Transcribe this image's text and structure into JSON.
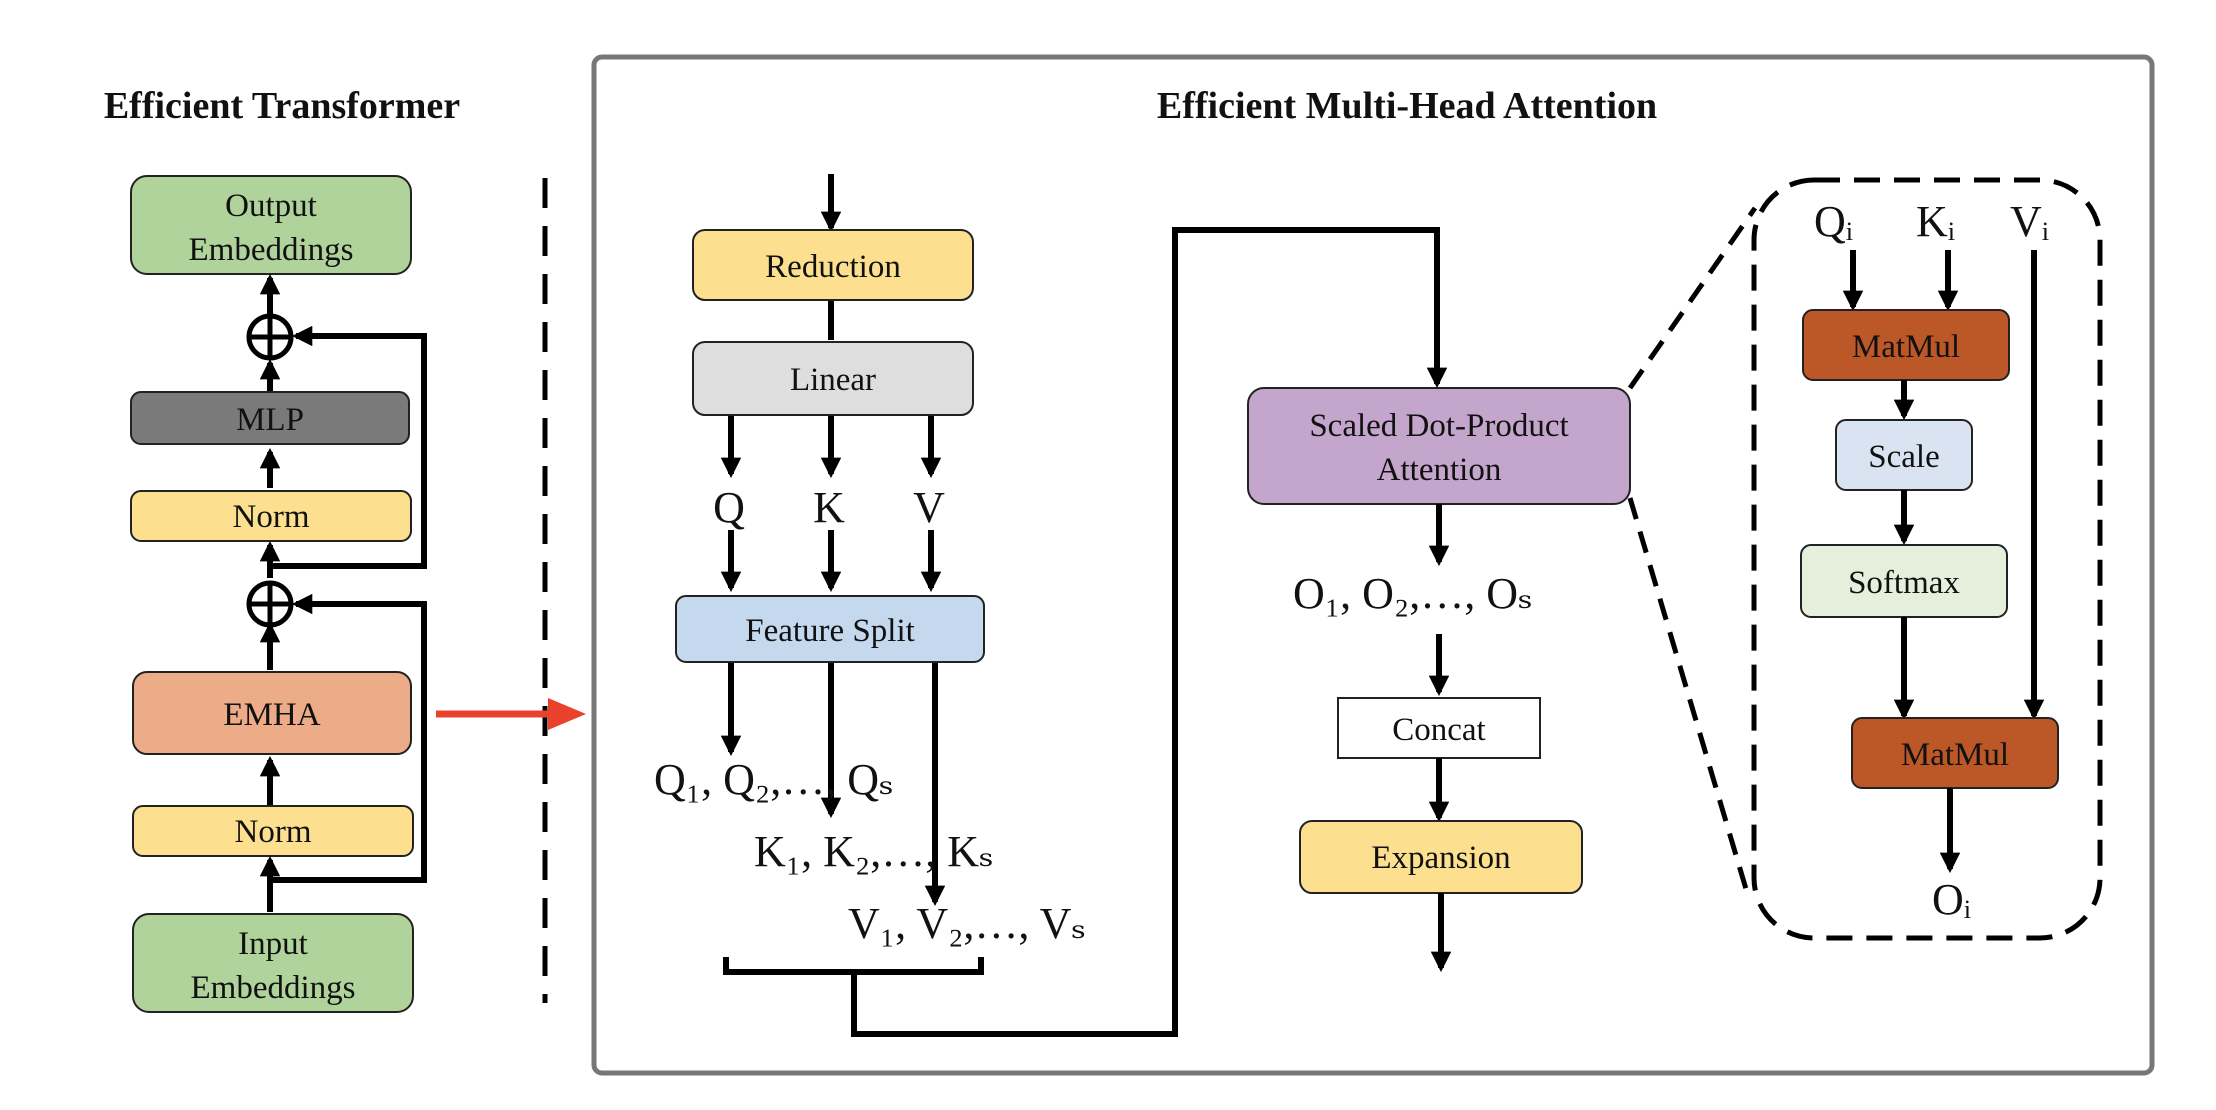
{
  "titles": {
    "left": "Efficient Transformer",
    "right": "Efficient Multi-Head Attention"
  },
  "transformer": {
    "output_embeddings": [
      "Output",
      "Embeddings"
    ],
    "mlp": "MLP",
    "norm_top": "Norm",
    "emha": "EMHA",
    "norm_bottom": "Norm",
    "input_embeddings": [
      "Input",
      "Embeddings"
    ]
  },
  "emha": {
    "reduction": "Reduction",
    "linear": "Linear",
    "q": "Q",
    "k": "K",
    "v": "V",
    "feature_split": "Feature Split",
    "q_list": "Q₁, Q₂,…, Qₛ",
    "k_list": "K₁, K₂,…, Kₛ",
    "v_list": "V₁, V₂,…, Vₛ",
    "sdpa": [
      "Scaled Dot-Product",
      "Attention"
    ],
    "o_list": "O₁, O₂,…, Oₛ",
    "concat": "Concat",
    "expansion": "Expansion"
  },
  "sdpa_detail": {
    "qi": "Qᵢ",
    "ki": "Kᵢ",
    "vi": "Vᵢ",
    "matmul_top": "MatMul",
    "scale": "Scale",
    "softmax": "Softmax",
    "matmul_bottom": "MatMul",
    "oi": "Oᵢ"
  },
  "colors": {
    "green": "#b0d39b",
    "gray_dark": "#7a7a7a",
    "yellow": "#fde08f",
    "salmon": "#ebac87",
    "light_gray": "#dedede",
    "light_blue": "#c4d8ee",
    "purple": "#c4a6cc",
    "brown": "#bc5828",
    "pale_blue": "#d9e3f2",
    "pale_green": "#e4efdc",
    "red_arrow": "#e9412c"
  }
}
